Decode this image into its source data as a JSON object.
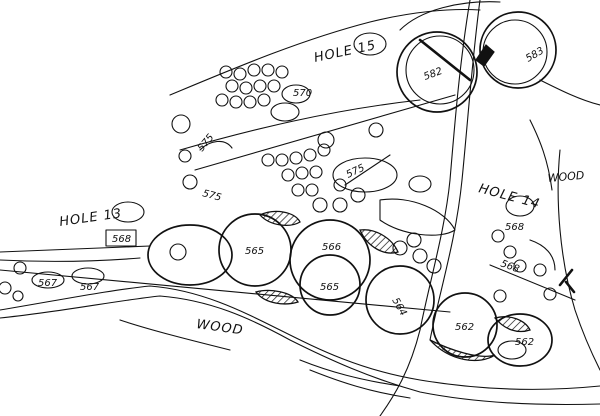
{
  "labels": {
    "hole_15": "HOLE 15",
    "hole_13": "HOLE 13",
    "hole_14": "HOLE 14",
    "wood_1": "WOOD",
    "wood_2": "WOOD",
    "elev_582": "582",
    "elev_583": "583",
    "elev_570": "570",
    "elev_575_a": "575",
    "elev_575_b": "575",
    "elev_575_c": "575",
    "elev_566": "566",
    "elev_565_a": "565",
    "elev_565_b": "565",
    "elev_564": "564",
    "elev_562": "562",
    "elev_568_a": "568",
    "elev_568_b": "568",
    "elev_568_c": "568",
    "elev_567_a": "567",
    "elev_567_b": "567",
    "elev_562_b": "562"
  },
  "colors": {
    "ink": "#111111",
    "paper": "#ffffff"
  }
}
